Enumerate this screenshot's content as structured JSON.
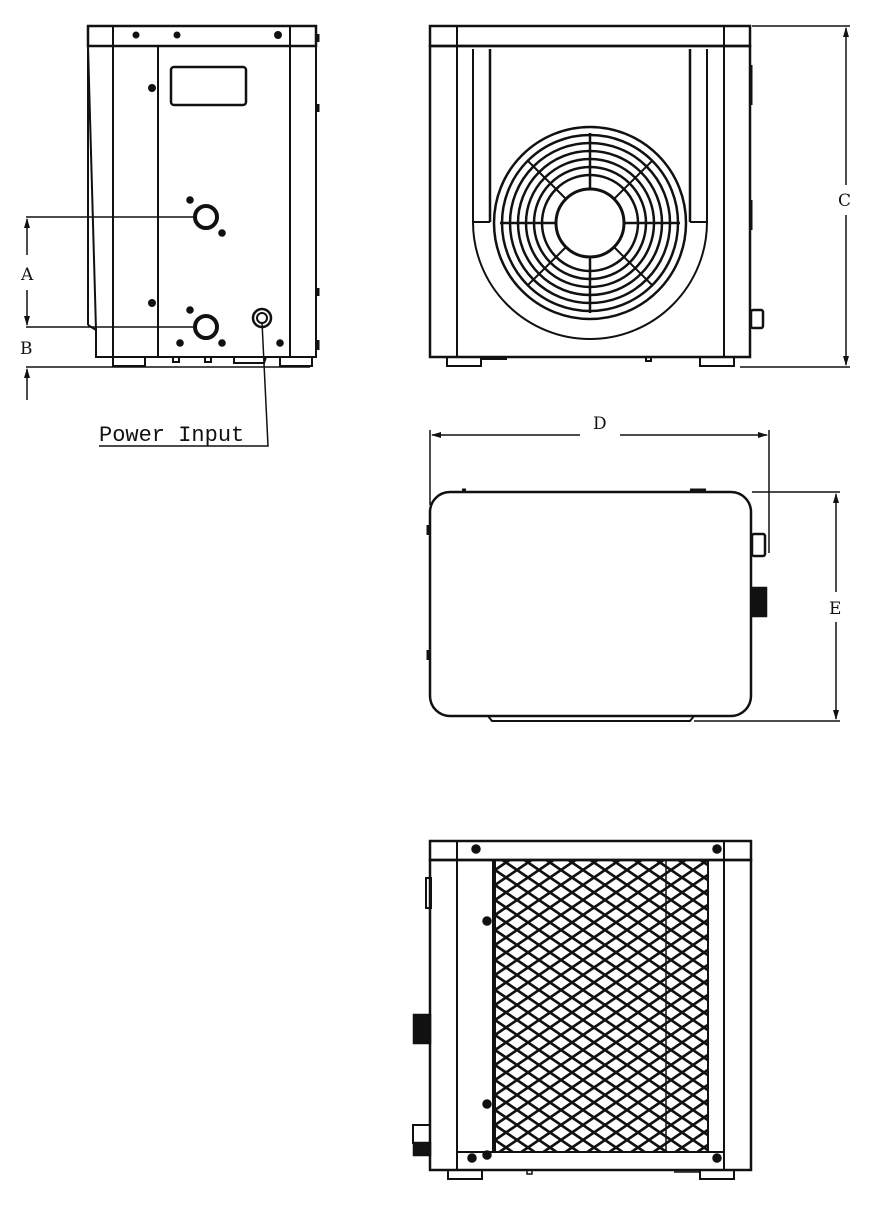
{
  "diagram": {
    "type": "technical-drawing",
    "subject": "heat pump unit dimension views",
    "stroke_color": "#111111",
    "background": "#ffffff",
    "views": [
      {
        "name": "side-view-water-connections",
        "labels": [
          "A",
          "B"
        ],
        "callout": "Power Input"
      },
      {
        "name": "front-view-fan",
        "labels": [
          "C"
        ]
      },
      {
        "name": "top-view",
        "labels": [
          "D",
          "E"
        ]
      },
      {
        "name": "rear-view-grille",
        "labels": []
      }
    ]
  },
  "dimensions": {
    "A": "A",
    "B": "B",
    "C": "C",
    "D": "D",
    "E": "E"
  },
  "callouts": {
    "power_input": "Power Input"
  }
}
